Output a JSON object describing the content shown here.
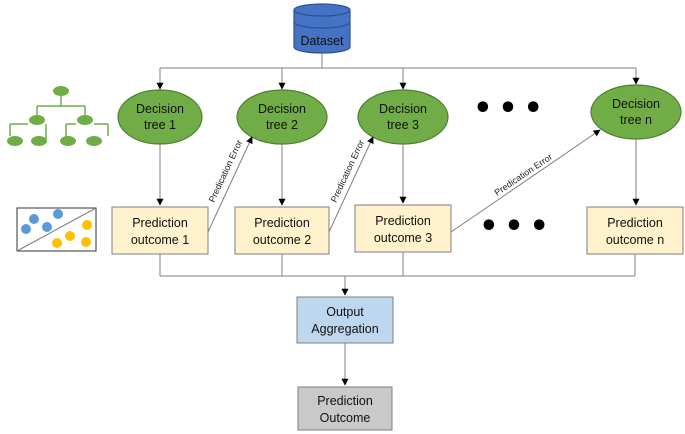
{
  "dataset": {
    "label": "Dataset"
  },
  "trees": [
    {
      "line1": "Decision",
      "line2": "tree 1"
    },
    {
      "line1": "Decision",
      "line2": "tree 2"
    },
    {
      "line1": "Decision",
      "line2": "tree 3"
    },
    {
      "line1": "Decision",
      "line2": "tree n"
    }
  ],
  "outcomes": [
    {
      "line1": "Prediction",
      "line2": "outcome 1"
    },
    {
      "line1": "Prediction",
      "line2": "outcome 2"
    },
    {
      "line1": "Prediction",
      "line2": "outcome 3"
    },
    {
      "line1": "Prediction",
      "line2": "outcome n"
    }
  ],
  "error_label": "Predication Error",
  "ellipsis": "•••",
  "aggregation": {
    "line1": "Output",
    "line2": "Aggregation"
  },
  "final": {
    "line1": "Prediction",
    "line2": "Outcome"
  },
  "colors": {
    "tree_fill": "#70AD47",
    "tree_stroke": "#507E32",
    "outcome_fill": "#FFF2CC",
    "outcome_stroke": "#7F7F7F",
    "aggregation_fill": "#BDD7EE",
    "final_fill": "#C9C9C9",
    "dataset_fill": "#4472C4",
    "dot_blue": "#5B9BD5",
    "dot_yellow": "#FFC000"
  }
}
